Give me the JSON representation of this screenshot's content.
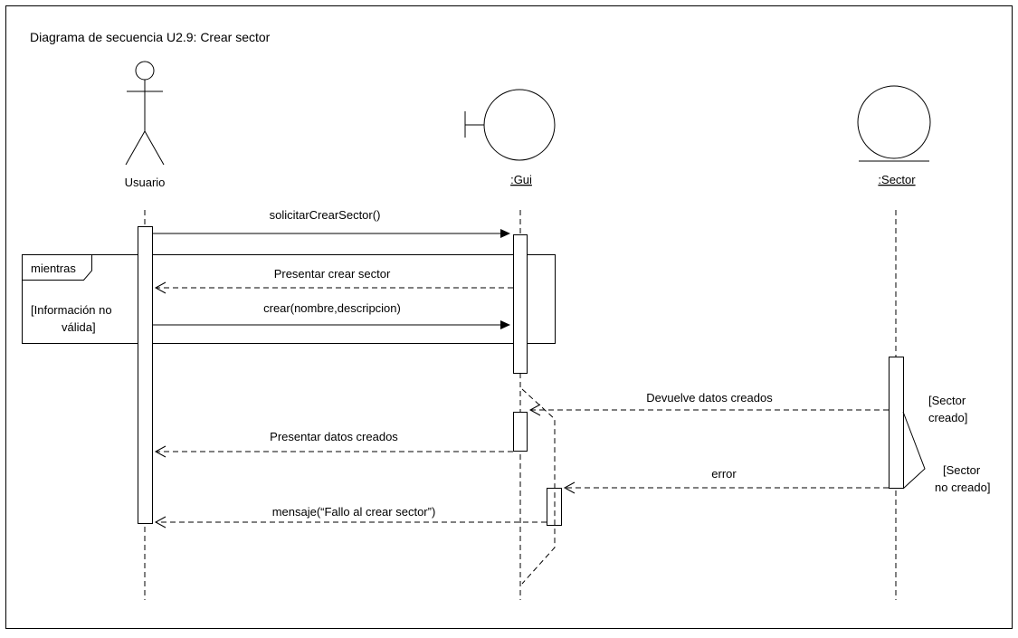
{
  "frame": {
    "title": "Diagrama de secuencia U2.9: Crear sector"
  },
  "actors": {
    "usuario": {
      "label": "Usuario",
      "shape": "stick-figure"
    },
    "gui": {
      "label": ":Gui",
      "shape": "boundary-circle"
    },
    "sector": {
      "label": ":Sector",
      "shape": "entity-circle"
    }
  },
  "fragment": {
    "operator": "mientras",
    "guard_line1": "[Información no",
    "guard_line2": "válida]"
  },
  "messages": {
    "m1": "solicitarCrearSector()",
    "m2": "Presentar crear sector",
    "m3": "crear(nombre,descripcion)",
    "m4": "Devuelve datos creados",
    "m5": "Presentar datos creados",
    "m6": "error",
    "m7": "mensaje(“Fallo al crear sector”)"
  },
  "branches": {
    "ok_line1": "[Sector",
    "ok_line2": "creado]",
    "fail_line1": "[Sector",
    "fail_line2": "no creado]"
  }
}
